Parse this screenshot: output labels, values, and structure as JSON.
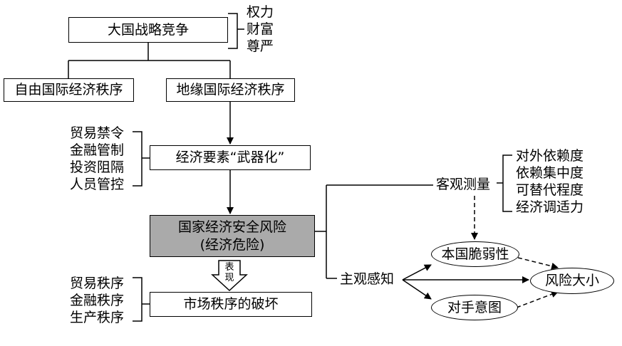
{
  "nodes": {
    "great_power": "大国战略竞争",
    "liberal_order": "自由国际经济秩序",
    "geo_order": "地缘国际经济秩序",
    "weaponization": "经济要素“武器化”",
    "security_risk_line1": "国家经济安全风险",
    "security_risk_line2": "(经济危险)",
    "market_damage": "市场秩序的破坏",
    "objective": "客观测量",
    "subjective": "主观感知",
    "vulnerability": "本国脆弱性",
    "risk_size": "风险大小",
    "intention": "对手意图"
  },
  "big_arrow_label": [
    "表",
    "现"
  ],
  "lists": {
    "goals": [
      "权力",
      "财富",
      "尊严"
    ],
    "tools": [
      "贸易禁令",
      "金融管制",
      "投资阻隔",
      "人员管控"
    ],
    "orders": [
      "贸易秩序",
      "金融秩序",
      "生产秩序"
    ],
    "measures": [
      "对外依赖度",
      "依赖集中度",
      "可替代程度",
      "经济调适力"
    ]
  }
}
